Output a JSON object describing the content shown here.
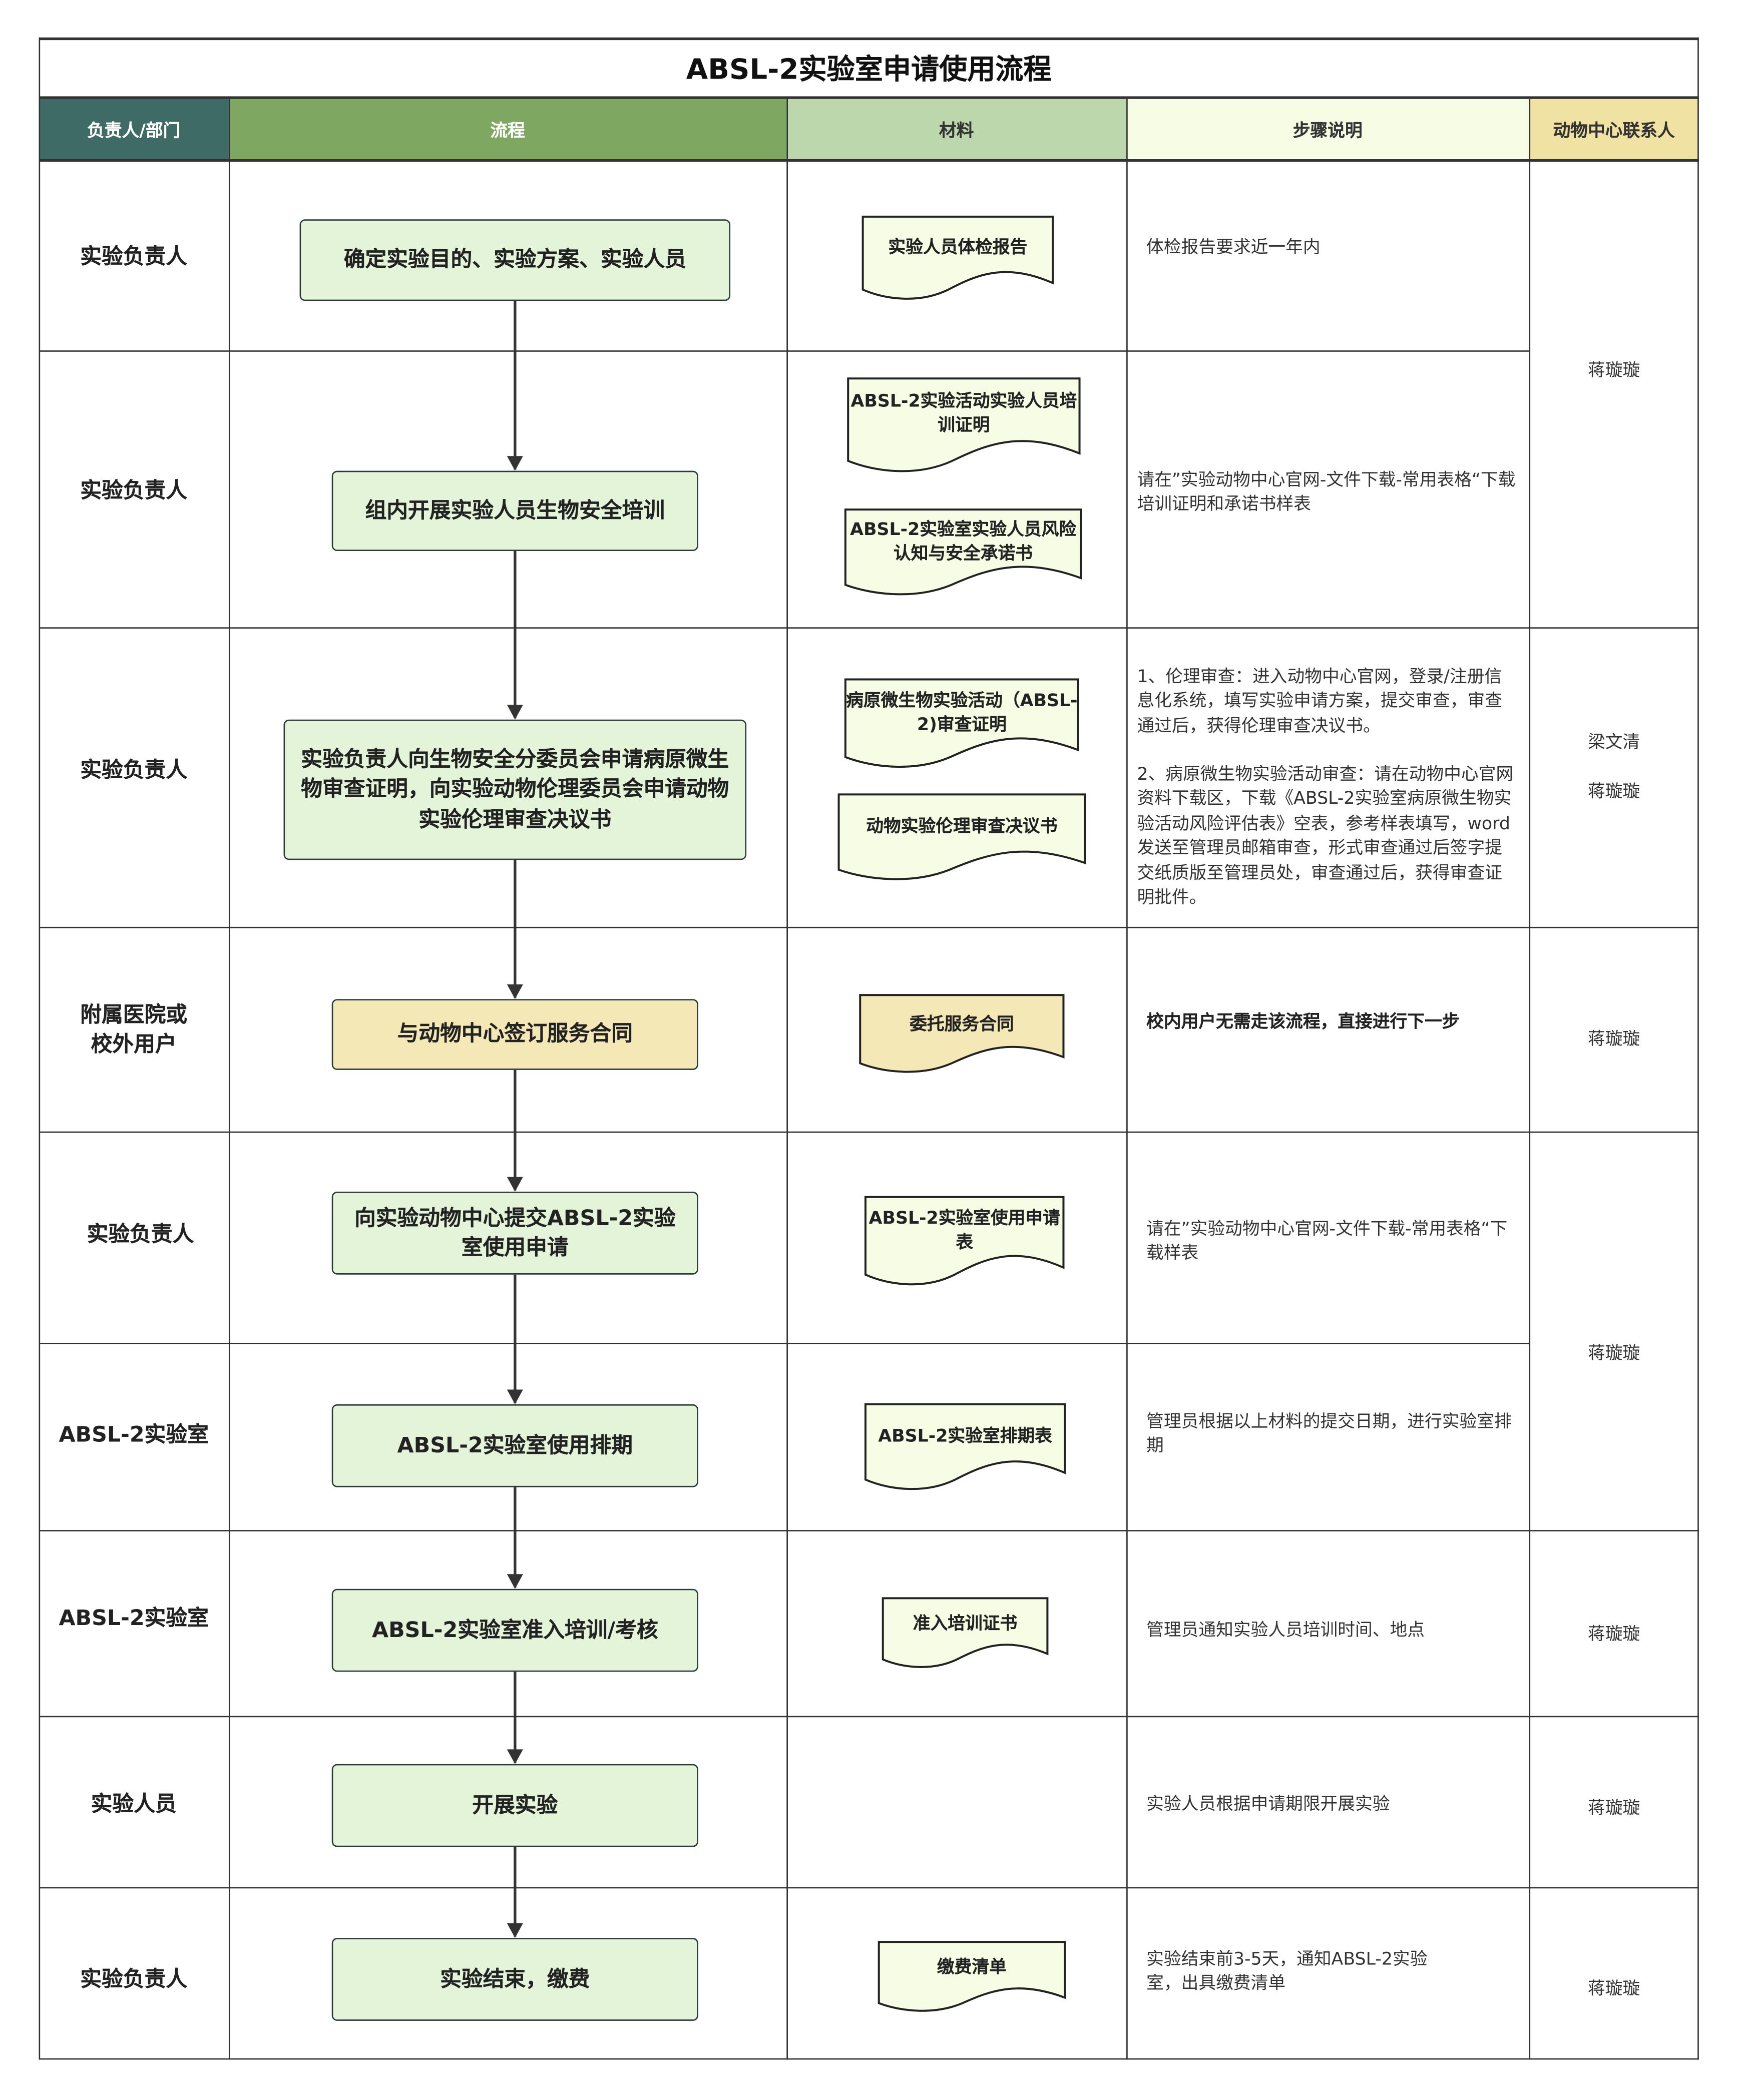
{
  "title": "ABSL-2实验室申请使用流程",
  "headers": {
    "dept": "负责人/部门",
    "process": "流程",
    "materials": "材料",
    "steps": "步骤说明",
    "contact": "动物中心联系人"
  },
  "colors": {
    "dept": "#3f6b66",
    "process": "#7ea862",
    "materials": "#bdd7ad",
    "steps": "#f6fde4",
    "contact": "#efe2a2",
    "box": "#e3f4d9",
    "box_alt": "#f3e8b6",
    "doc": "#f6fde4"
  },
  "roles": [
    "实验负责人",
    "实验负责人",
    "实验负责人",
    "附属医院或校外用户",
    "实验负责人",
    "ABSL-2实验室",
    "ABSL-2实验室",
    "实验人员",
    "实验负责人"
  ],
  "process": [
    "确定实验目的、实验方案、实验人员",
    "组内开展实验人员生物安全培训",
    "实验负责人向生物安全分委员会申请病原微生物审查证明，向实验动物伦理委员会申请动物实验伦理审查决议书",
    "与动物中心签订服务合同",
    "向实验动物中心提交ABSL-2实验室使用申请",
    "ABSL-2实验室使用排期",
    "ABSL-2实验室准入培训/考核",
    "开展实验",
    "实验结束，缴费"
  ],
  "materials": [
    "实验人员体检报告",
    "ABSL-2实验活动实验人员培训证明",
    "ABSL-2实验室实验人员风险认知与安全承诺书",
    "病原微生物实验活动（ABSL-2)审查证明",
    "动物实验伦理审查决议书",
    "委托服务合同",
    "ABSL-2实验室使用申请表",
    "ABSL-2实验室排期表",
    "准入培训证书",
    "缴费清单"
  ],
  "steps": {
    "s1": "体检报告要求近一年内",
    "s2": "请在”实验动物中心官网-文件下载-常用表格“下载培训证明和承诺书样表",
    "s3a": "1、伦理审查：进入动物中心官网，登录/注册信息化系统，填写实验申请方案，提交审查，审查通过后，获得伦理审查决议书。",
    "s3b": "2、病原微生物实验活动审查：请在动物中心官网资料下载区，下载《ABSL-2实验室病原微生物实验活动风险评估表》空表，参考样表填写，word发送至管理员邮箱审查，形式审查通过后签字提交纸质版至管理员处，审查通过后，获得审查证明批件。",
    "s4": "校内用户无需走该流程，直接进行下一步",
    "s5": "请在”实验动物中心官网-文件下载-常用表格“下载样表",
    "s6": "管理员根据以上材料的提交日期，进行实验室排期",
    "s7": "管理员通知实验人员培训时间、地点",
    "s8": "实验人员根据申请期限开展实验",
    "s9": "实验结束前3-5天，通知ABSL-2实验室，出具缴费清单"
  },
  "contacts": {
    "c12": "蒋璇璇",
    "c3a": "梁文清",
    "c3b": "蒋璇璇",
    "c4": "蒋璇璇",
    "c56": "蒋璇璇",
    "c7": "蒋璇璇",
    "c8": "蒋璇璇",
    "c9": "蒋璇璇"
  }
}
